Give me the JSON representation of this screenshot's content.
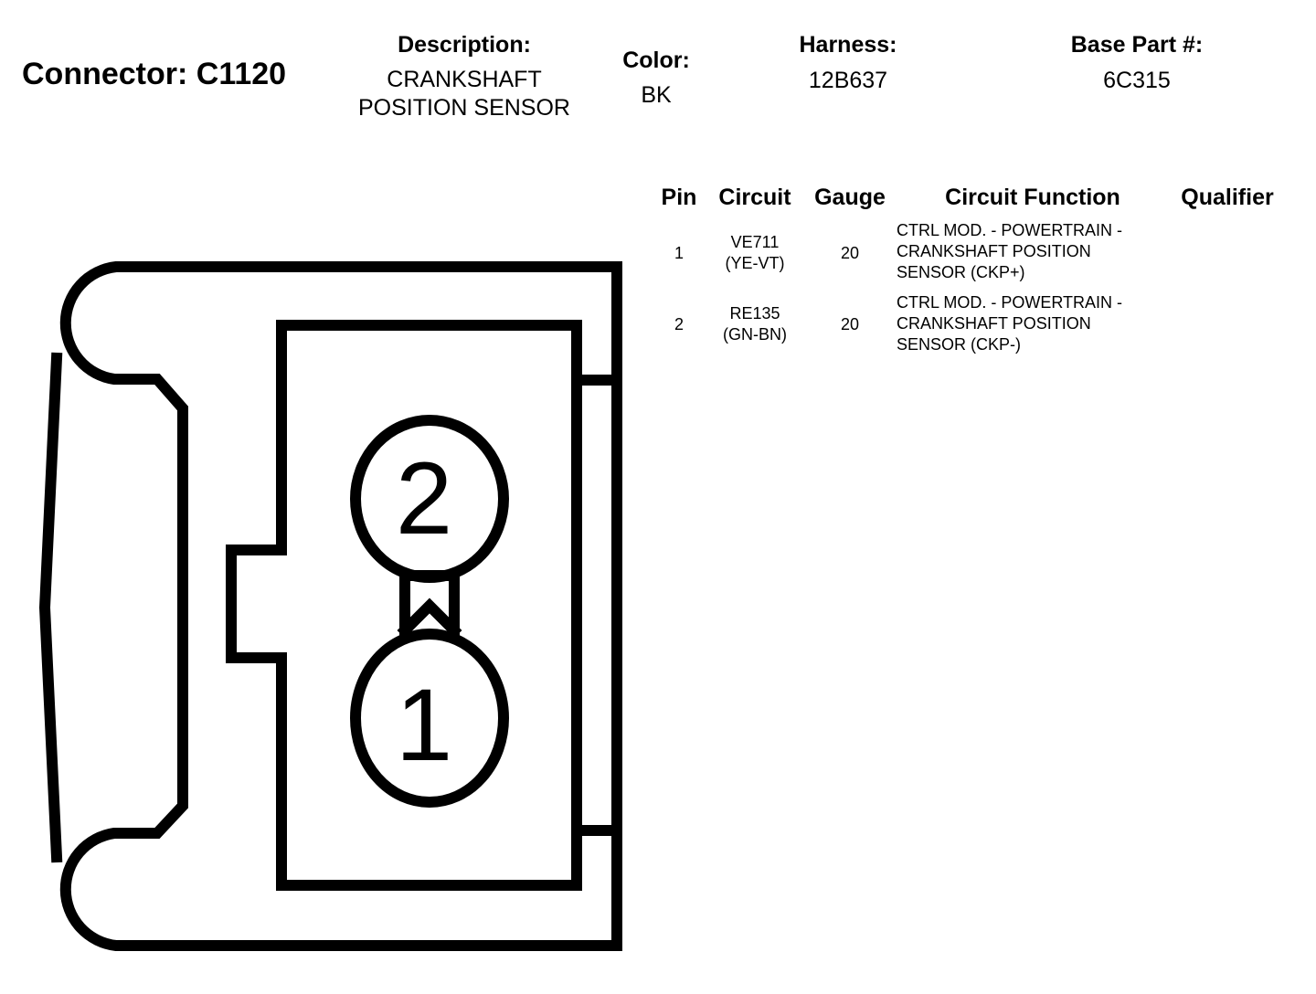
{
  "connector": {
    "label": "Connector:",
    "id": "C1120"
  },
  "description": {
    "label": "Description:",
    "line1": "CRANKSHAFT",
    "line2": "POSITION SENSOR"
  },
  "color": {
    "label": "Color:",
    "value": "BK"
  },
  "harness": {
    "label": "Harness:",
    "value": "12B637"
  },
  "base_part": {
    "label": "Base Part #:",
    "value": "6C315"
  },
  "table": {
    "headers": {
      "pin": "Pin",
      "circuit": "Circuit",
      "gauge": "Gauge",
      "function": "Circuit Function",
      "qualifier": "Qualifier"
    },
    "rows": [
      {
        "pin": "1",
        "circuit_code": "VE711",
        "circuit_color": "(YE-VT)",
        "gauge": "20",
        "function_l1": "CTRL MOD. - POWERTRAIN -",
        "function_l2": "CRANKSHAFT POSITION",
        "function_l3": "SENSOR (CKP+)",
        "qualifier": ""
      },
      {
        "pin": "2",
        "circuit_code": "RE135",
        "circuit_color": "(GN-BN)",
        "gauge": "20",
        "function_l1": "CTRL MOD. - POWERTRAIN -",
        "function_l2": "CRANKSHAFT POSITION",
        "function_l3": "SENSOR (CKP-)",
        "qualifier": ""
      }
    ]
  },
  "diagram": {
    "pin_top_label": "2",
    "pin_bottom_label": "1"
  }
}
